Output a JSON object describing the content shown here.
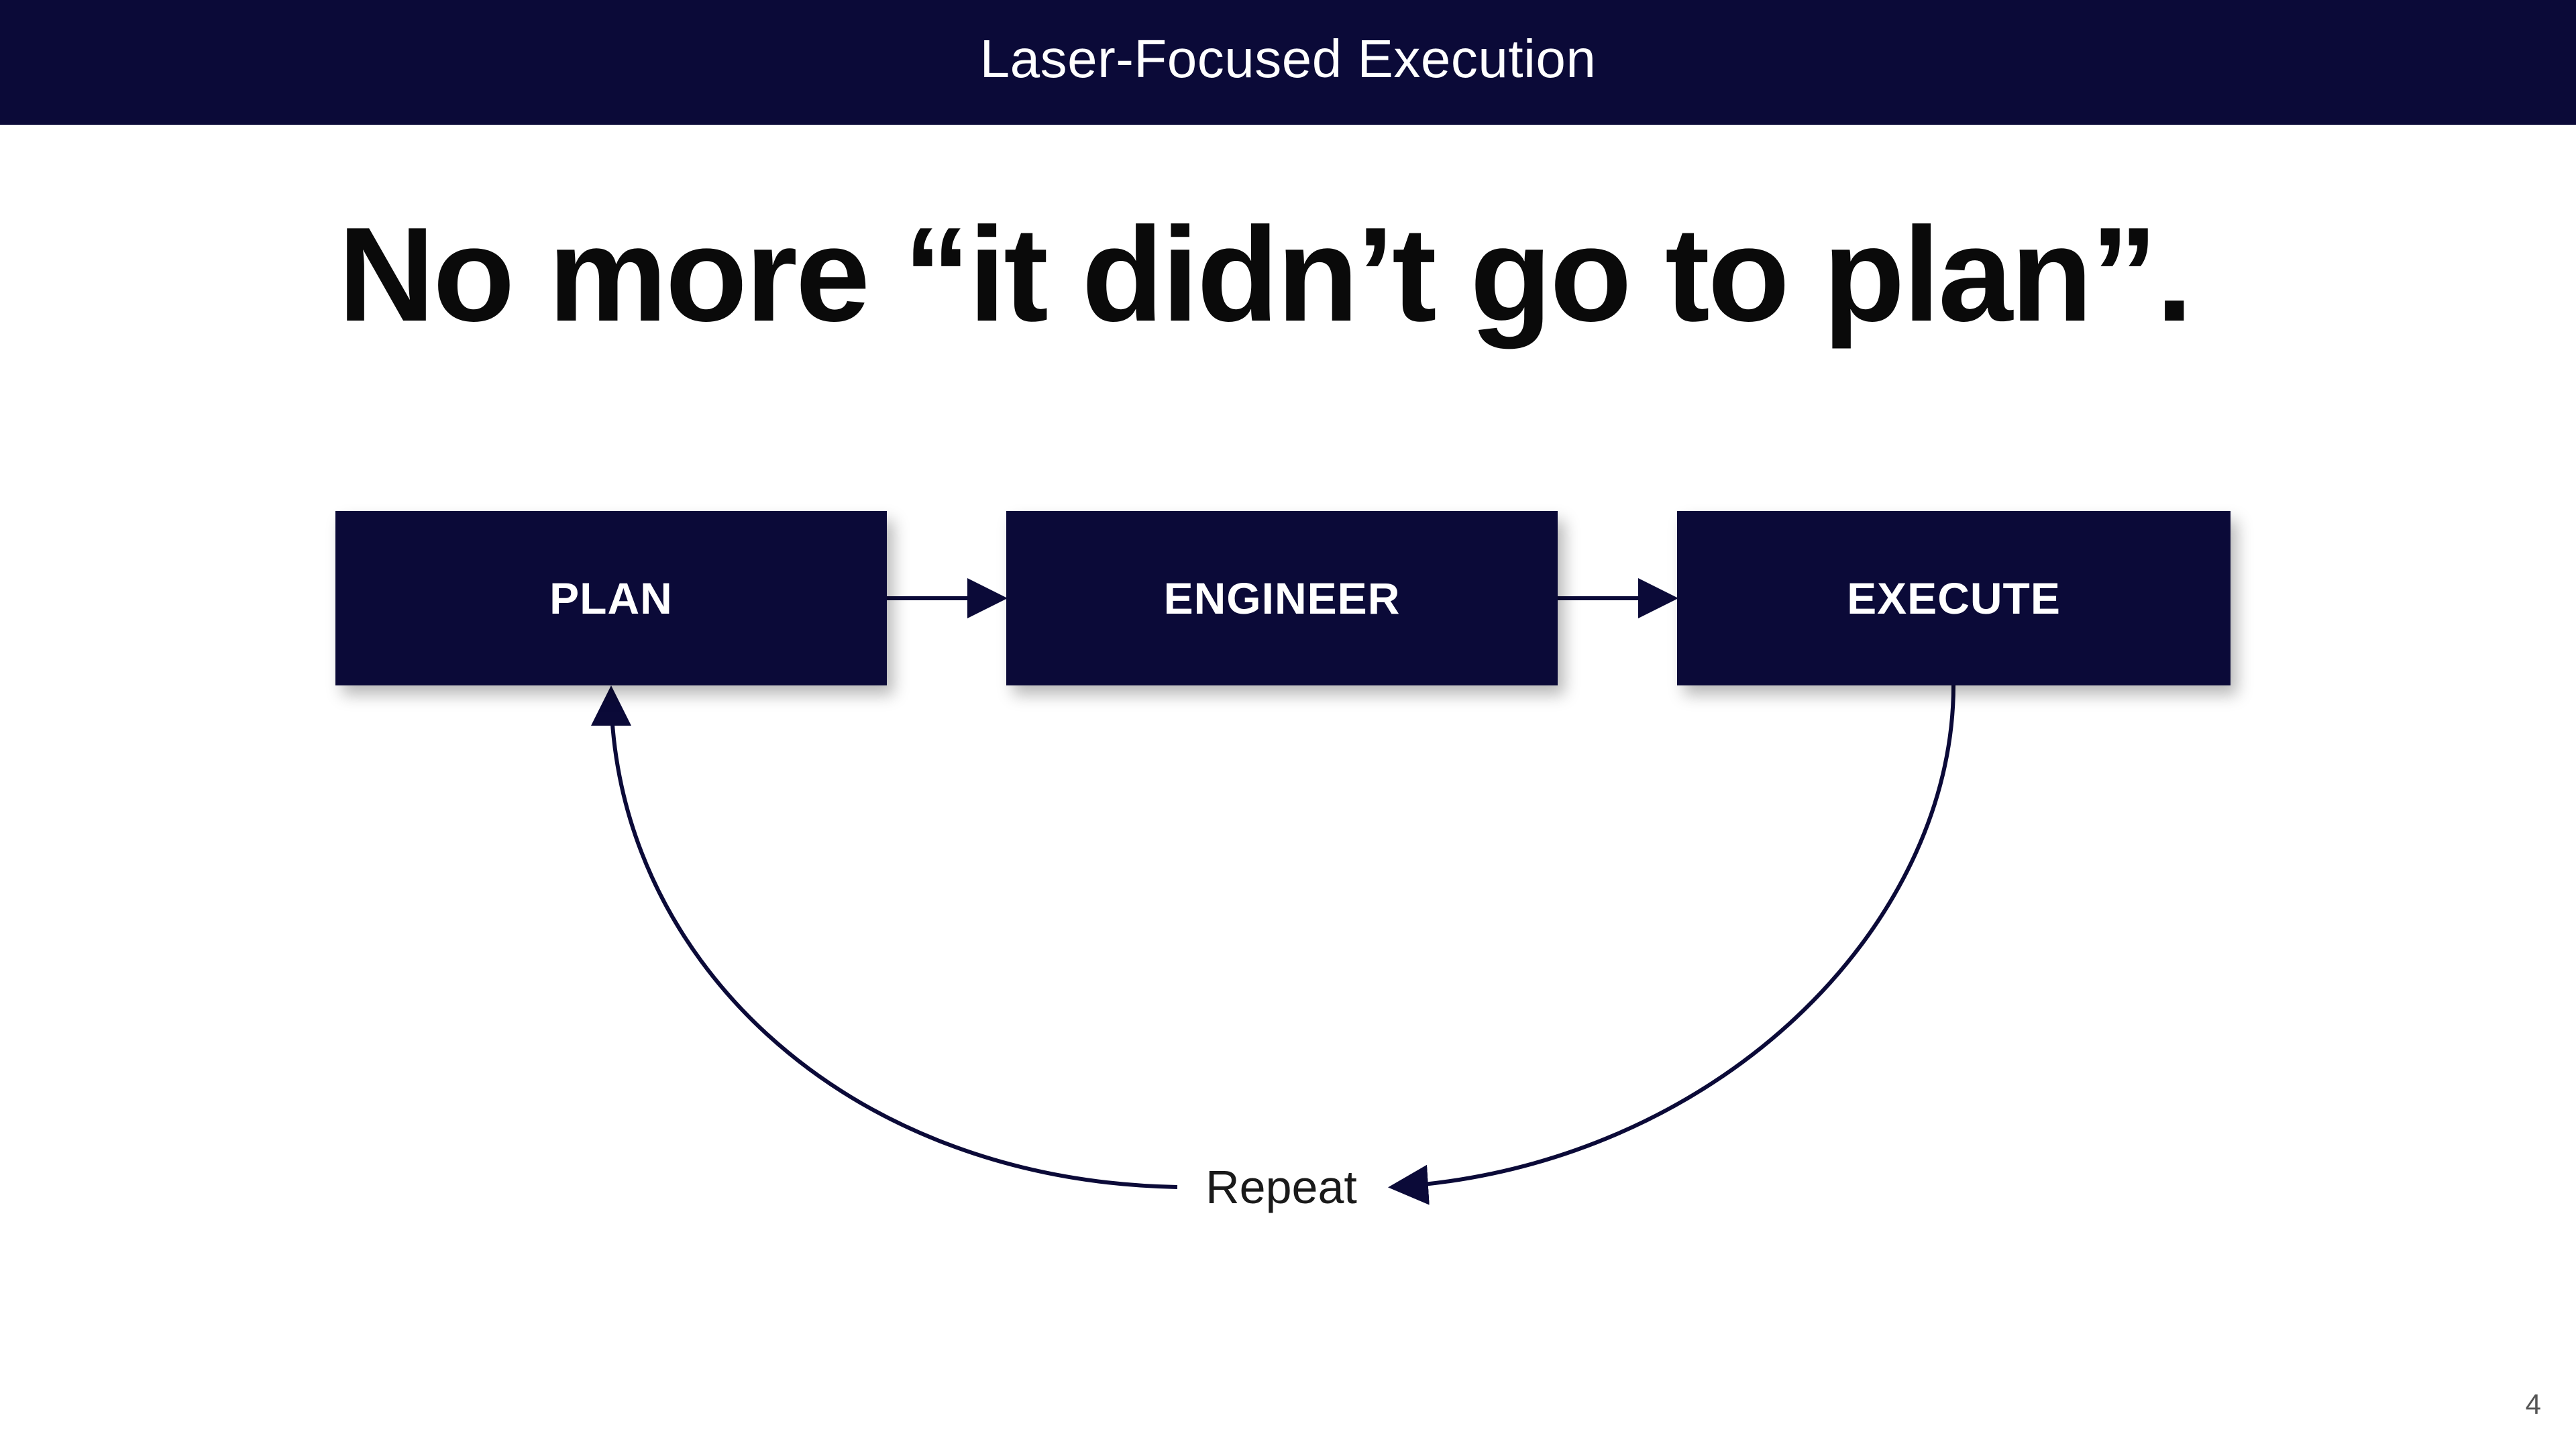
{
  "header": {
    "title": "Laser-Focused Execution"
  },
  "headline": "No more “it didn’t go to plan”.",
  "steps": [
    {
      "label": "PLAN"
    },
    {
      "label": "ENGINEER"
    },
    {
      "label": "EXECUTE"
    }
  ],
  "cycle": {
    "label": "Repeat"
  },
  "page_number": "4",
  "colors": {
    "navy": "#0b0a38",
    "text": "#0a0a0a",
    "background": "#ffffff"
  }
}
